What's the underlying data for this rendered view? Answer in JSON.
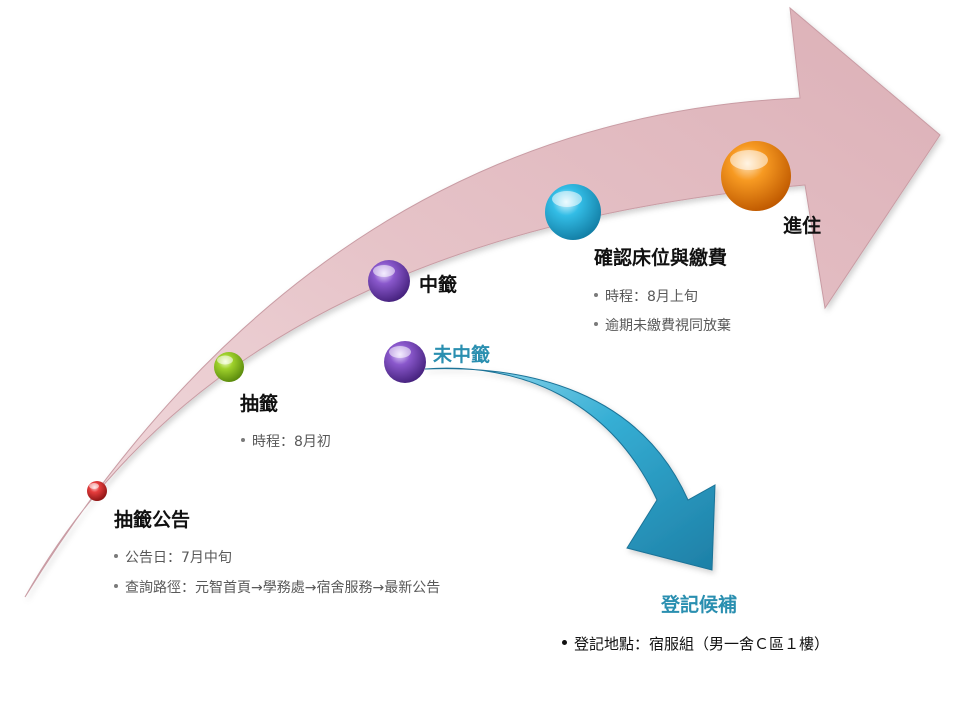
{
  "stages": [
    {
      "id": "announce",
      "title": "抽籤公告",
      "bullets": [
        "公告日：7月中旬",
        "查詢路徑：元智首頁→學務處→宿舍服務→最新公告"
      ]
    },
    {
      "id": "lottery",
      "title": "抽籤",
      "bullets": [
        "時程：8月初"
      ]
    },
    {
      "id": "selected",
      "title": "中籤",
      "bullets": []
    },
    {
      "id": "confirm",
      "title": "確認床位與繳費",
      "bullets": [
        "時程：8月上旬",
        "逾期未繳費視同放棄"
      ]
    },
    {
      "id": "move_in",
      "title": "進住",
      "bullets": []
    }
  ],
  "branch": {
    "title": "未中籤",
    "result_title": "登記候補",
    "bullets": [
      "登記地點：宿服組（男一舍Ｃ區１樓）"
    ]
  },
  "colors": {
    "main_arrow": "#e2b9bf",
    "branch_arrow": "#2b9ec4",
    "node_red": "#d22b2b",
    "node_green": "#8cc21f",
    "node_purple": "#7a4bb8",
    "node_cyan": "#2bb3dd",
    "node_orange": "#f38b12"
  }
}
